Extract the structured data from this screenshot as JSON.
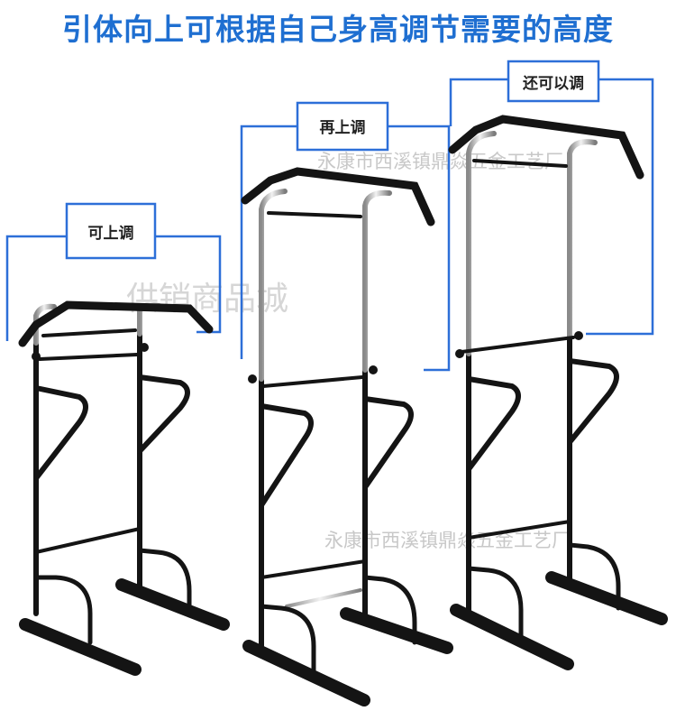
{
  "headline": "引体向上可根据自己身高调节需要的高度",
  "callouts": {
    "left": "可上调",
    "middle": "再上调",
    "right": "还可以调"
  },
  "watermarks": {
    "top": "永康市西溪镇鼎焱五金工艺厂",
    "center": "供销商品城",
    "bottom": "永康市西溪镇鼎焱五金工艺厂"
  },
  "colors": {
    "headline": "#1f6fd1",
    "callout_line": "#2d6fd8",
    "frame": "#141414",
    "chrome": "#b5b5b5",
    "foam": "#1a1a1a"
  }
}
